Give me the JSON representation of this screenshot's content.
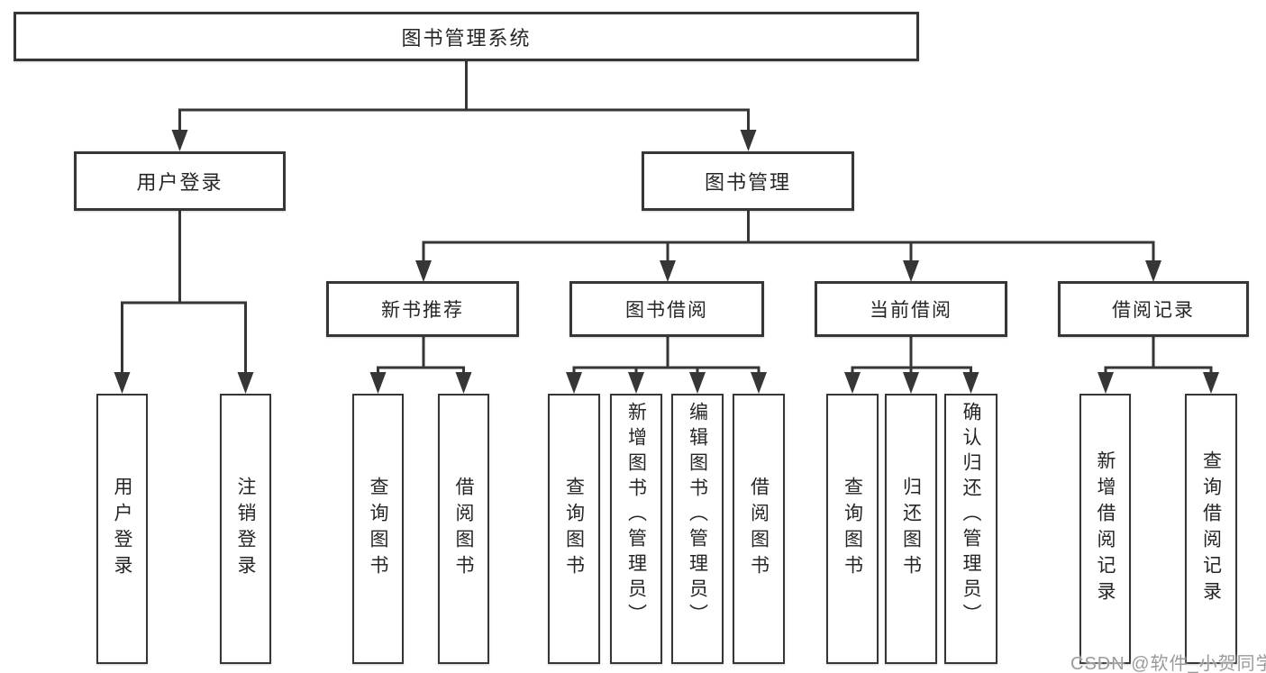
{
  "colors": {
    "line": "#363636",
    "box_border": "#363636",
    "text": "#262626",
    "background": "#ffffff",
    "watermark": "#9b9b9b"
  },
  "tree": {
    "root": {
      "label": "图书管理系统"
    },
    "branches": [
      {
        "label": "用户登录",
        "children": [
          {
            "label": "用户登录"
          },
          {
            "label": "注销登录"
          }
        ]
      },
      {
        "label": "图书管理",
        "children": [
          {
            "label": "新书推荐",
            "children": [
              {
                "label": "查询图书"
              },
              {
                "label": "借阅图书"
              }
            ]
          },
          {
            "label": "图书借阅",
            "children": [
              {
                "label": "查询图书"
              },
              {
                "label": "新增图书（管理员）"
              },
              {
                "label": "编辑图书（管理员）"
              },
              {
                "label": "借阅图书"
              }
            ]
          },
          {
            "label": "当前借阅",
            "children": [
              {
                "label": "查询图书"
              },
              {
                "label": "归还图书"
              },
              {
                "label": "确认归还（管理员）"
              }
            ]
          },
          {
            "label": "借阅记录",
            "children": [
              {
                "label": "新增借阅记录"
              },
              {
                "label": "查询借阅记录"
              }
            ]
          }
        ]
      }
    ]
  },
  "watermark": {
    "text": "CSDN @软件_小贺同学"
  }
}
